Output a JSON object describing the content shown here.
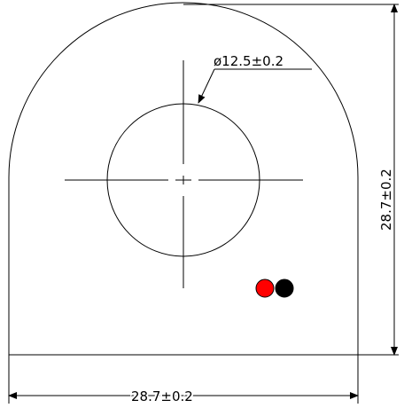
{
  "drawing": {
    "hole_diameter_label": "ø12.5±0.2",
    "height_label": "28.7±0.2",
    "width_label": "28.7±0.2"
  },
  "markers": [
    {
      "name": "red-terminal-dot",
      "color": "#ff0000"
    },
    {
      "name": "black-terminal-dot",
      "color": "#000000"
    }
  ]
}
